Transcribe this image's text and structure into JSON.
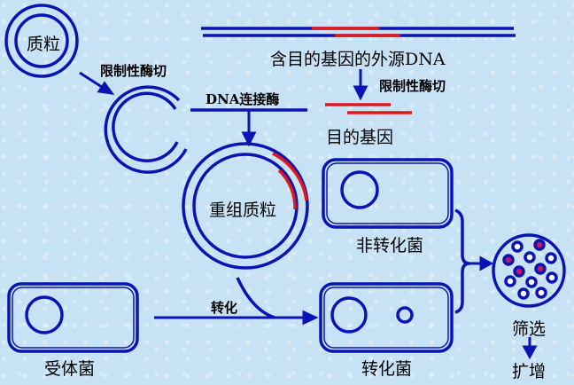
{
  "labels": {
    "plasmid": "质粒",
    "restriction_enzyme_1": "限制性酶切",
    "foreign_dna": "含目的基因的外源DNA",
    "restriction_enzyme_2": "限制性酶切",
    "dna_ligase": "DNA连接酶",
    "target_gene": "目的基因",
    "recombinant_plasmid": "重组质粒",
    "non_transformed": "非转化菌",
    "recipient": "受体菌",
    "transformation": "转化",
    "transformed": "转化菌",
    "screening": "筛选",
    "amplification": "扩增"
  },
  "colors": {
    "line": "#0a14b4",
    "insert": "#e01818",
    "background": "#c8e2f5"
  }
}
